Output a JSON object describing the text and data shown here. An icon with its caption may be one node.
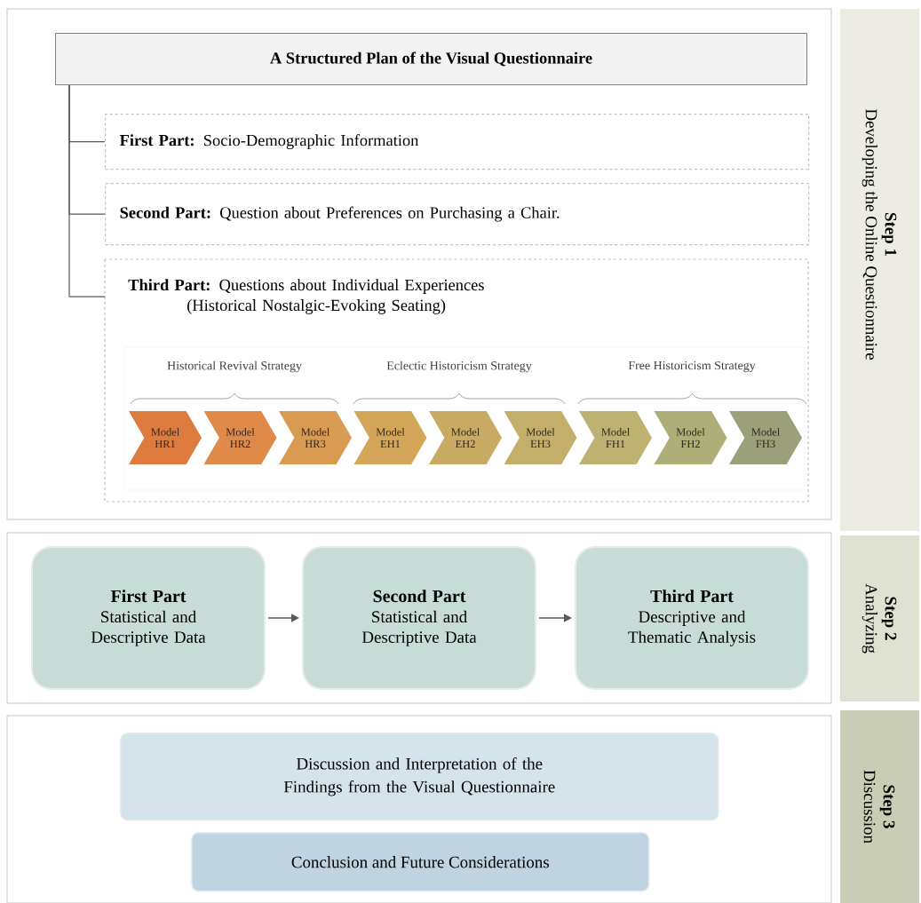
{
  "diagram": {
    "nodes": [
      {
        "text": [
          "A Structured Plan of the Visual Questionnaire"
        ]
      },
      {
        "text": [
          "**First Part:** Socio-Demographic Information"
        ]
      },
      {
        "text": [
          "**Second Part:** Question about Preferences on Purchasing a Chair."
        ]
      },
      {
        "text": [
          "**Third Part:** Questions about Individual Experiences (Historical Nostalgic-Evoking Seating)"
        ]
      },
      {
        "text": [
          "Model HR1"
        ],
        "in": 3
      },
      {
        "text": [
          "Model HR2"
        ],
        "in": 3
      },
      {
        "text": [
          "Model HR3"
        ],
        "in": 3
      },
      {
        "text": [
          "Model EH1"
        ],
        "in": 3
      },
      {
        "text": [
          "Model EH2"
        ],
        "in": 3
      },
      {
        "text": [
          "Model EH3"
        ],
        "in": 3
      },
      {
        "text": [
          "Model FH1"
        ],
        "in": 3
      },
      {
        "text": [
          "Model FH2"
        ],
        "in": 3
      },
      {
        "text": [
          "Model FH3"
        ],
        "in": 3
      },
      {
        "text": [
          "Step 1",
          "Developing the Online Questionnaire"
        ]
      },
      {
        "text": [
          "First Part",
          "Statistical and Descriptive Data"
        ]
      },
      {
        "text": [
          "Second Part",
          "Statistical and Descriptive Data"
        ]
      },
      {
        "text": [
          "Third Part",
          "Descriptive and Thematic Analysis"
        ]
      },
      {
        "text": [
          "Step 2",
          "Analyzing"
        ]
      },
      {
        "text": [
          "Discussion and Interpretation of the Findings from the Visual Questionnaire"
        ]
      },
      {
        "text": [
          "Conclusion and Future Considerations"
        ]
      },
      {
        "text": [
          "Step 3",
          "Discussion"
        ]
      }
    ],
    "edges": [
      {
        "from": 0,
        "to": 1,
        "arrow": "none"
      },
      {
        "from": 0,
        "to": 2,
        "arrow": "none"
      },
      {
        "from": 0,
        "to": 3,
        "arrow": "none"
      },
      {
        "from": 14,
        "to": 15,
        "arrow": "to"
      },
      {
        "from": 15,
        "to": 16,
        "arrow": "to"
      }
    ],
    "labels": [
      "Historical Revival Strategy",
      "Eclectic Historicism Strategy",
      "Free Historicism Strategy"
    ]
  }
}
